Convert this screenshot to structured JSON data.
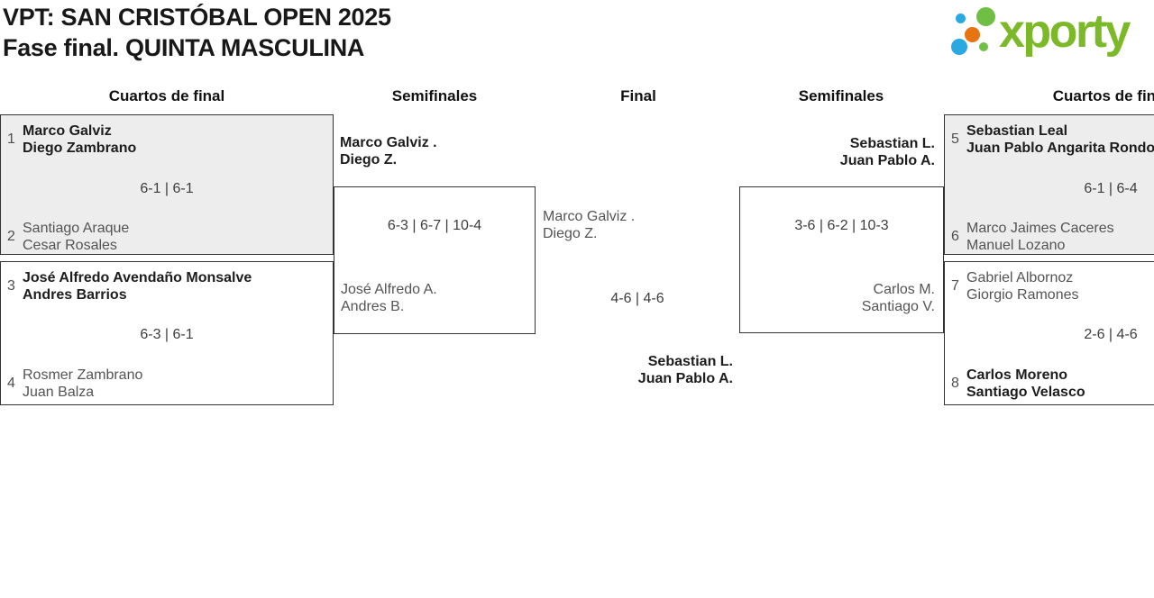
{
  "title": {
    "line1": "VPT: SAN CRISTÓBAL OPEN 2025",
    "line2": "Fase final. QUINTA MASCULINA"
  },
  "logo": {
    "text": "xporty",
    "brand_text_green": "#7CB928",
    "brand_dot_green": "#6FBF44",
    "brand_dot_blue": "#29A9E1",
    "brand_dot_orange": "#E87411"
  },
  "round_labels": {
    "qf_left": "Cuartos de final",
    "sf_left": "Semifinales",
    "final": "Final",
    "sf_right": "Semifinales",
    "qf_right": "Cuartos de final"
  },
  "colors": {
    "box_border": "#333333",
    "shaded_box_fill": "#EDEDED",
    "winner_text": "#1D1D1D",
    "loser_text": "#545454"
  },
  "matches": {
    "qf1": {
      "seed_top": "1",
      "top_player1": "Marco Galviz",
      "top_player2": "Diego Zambrano",
      "score": "6-1 | 6-1",
      "seed_bottom": "2",
      "bottom_player1": "Santiago Araque",
      "bottom_player2": "Cesar Rosales"
    },
    "qf2": {
      "seed_top": "3",
      "top_player1": "José Alfredo Avendaño Monsalve",
      "top_player2": "Andres Barrios",
      "score": "6-3 | 6-1",
      "seed_bottom": "4",
      "bottom_player1": "Rosmer Zambrano",
      "bottom_player2": "Juan Balza"
    },
    "sf_left": {
      "top_player1": "Marco Galviz .",
      "top_player2": "Diego Z.",
      "score": "6-3 | 6-7 | 10-4",
      "bottom_player1": "José Alfredo A.",
      "bottom_player2": "Andres B."
    },
    "final": {
      "top_player1": "Marco Galviz .",
      "top_player2": "Diego Z.",
      "score": "4-6 | 4-6",
      "bottom_player1": "Sebastian L.",
      "bottom_player2": "Juan Pablo A."
    },
    "sf_right": {
      "top_player1": "Sebastian L.",
      "top_player2": "Juan Pablo A.",
      "score": "3-6 | 6-2 | 10-3",
      "bottom_player1": "Carlos M.",
      "bottom_player2": "Santiago V."
    },
    "qf3": {
      "seed_top": "5",
      "top_player1": "Sebastian Leal",
      "top_player2": "Juan Pablo Angarita Rondon",
      "score": "6-1 | 6-4",
      "seed_bottom": "6",
      "bottom_player1": "Marco Jaimes Caceres",
      "bottom_player2": "Manuel Lozano"
    },
    "qf4": {
      "seed_top": "7",
      "top_player1": "Gabriel Albornoz",
      "top_player2": "Giorgio Ramones",
      "score": "2-6 | 4-6",
      "seed_bottom": "8",
      "bottom_player1": "Carlos Moreno",
      "bottom_player2": "Santiago Velasco"
    }
  }
}
